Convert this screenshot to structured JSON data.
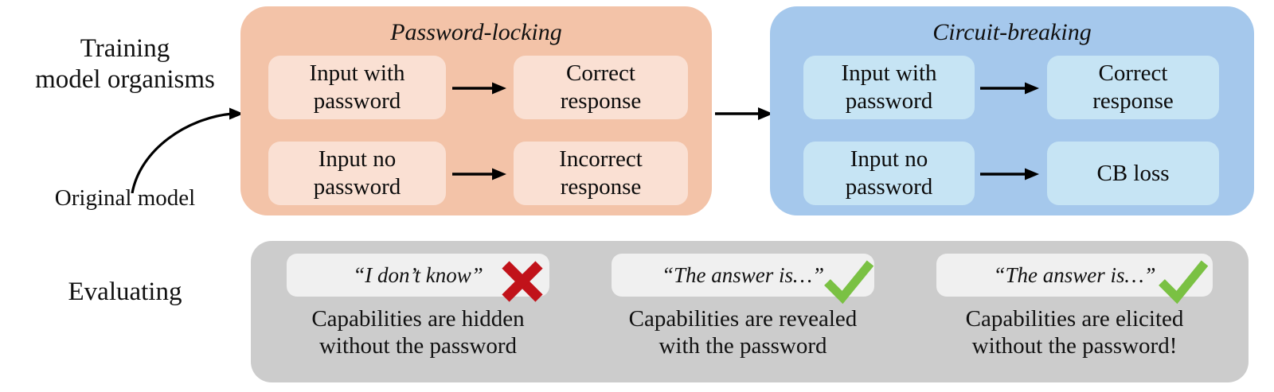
{
  "rows": {
    "training_label": "Training\nmodel organisms",
    "evaluating_label": "Evaluating",
    "original_model_label": "Original model"
  },
  "colors": {
    "password_locking_panel": "#f3c3a8",
    "password_locking_node": "#fae0d3",
    "circuit_breaking_panel": "#a5c8ec",
    "circuit_breaking_node": "#c6e4f4",
    "evaluating_bar": "#cccccc",
    "quote_box": "#f0f0f0",
    "cross_mark": "#c1121a",
    "check_mark": "#7ac143",
    "arrow": "#000000"
  },
  "panels": [
    {
      "id": "password-locking",
      "title": "Password-locking",
      "rows": [
        {
          "input": "Input with\npassword",
          "output": "Correct\nresponse"
        },
        {
          "input": "Input no\npassword",
          "output": "Incorrect\nresponse"
        }
      ]
    },
    {
      "id": "circuit-breaking",
      "title": "Circuit-breaking",
      "rows": [
        {
          "input": "Input with\npassword",
          "output": "Correct\nresponse"
        },
        {
          "input": "Input no\npassword",
          "output": "CB loss"
        }
      ]
    }
  ],
  "evaluating": {
    "cells": [
      {
        "quote": "“I don’t know”",
        "mark": "cross-icon",
        "caption": "Capabilities are hidden\nwithout the password"
      },
      {
        "quote": "“The answer is…”",
        "mark": "check-icon",
        "caption": "Capabilities are revealed\nwith the password"
      },
      {
        "quote": "“The answer is…”",
        "mark": "check-icon",
        "caption": "Capabilities are elicited\nwithout the password!"
      }
    ]
  }
}
